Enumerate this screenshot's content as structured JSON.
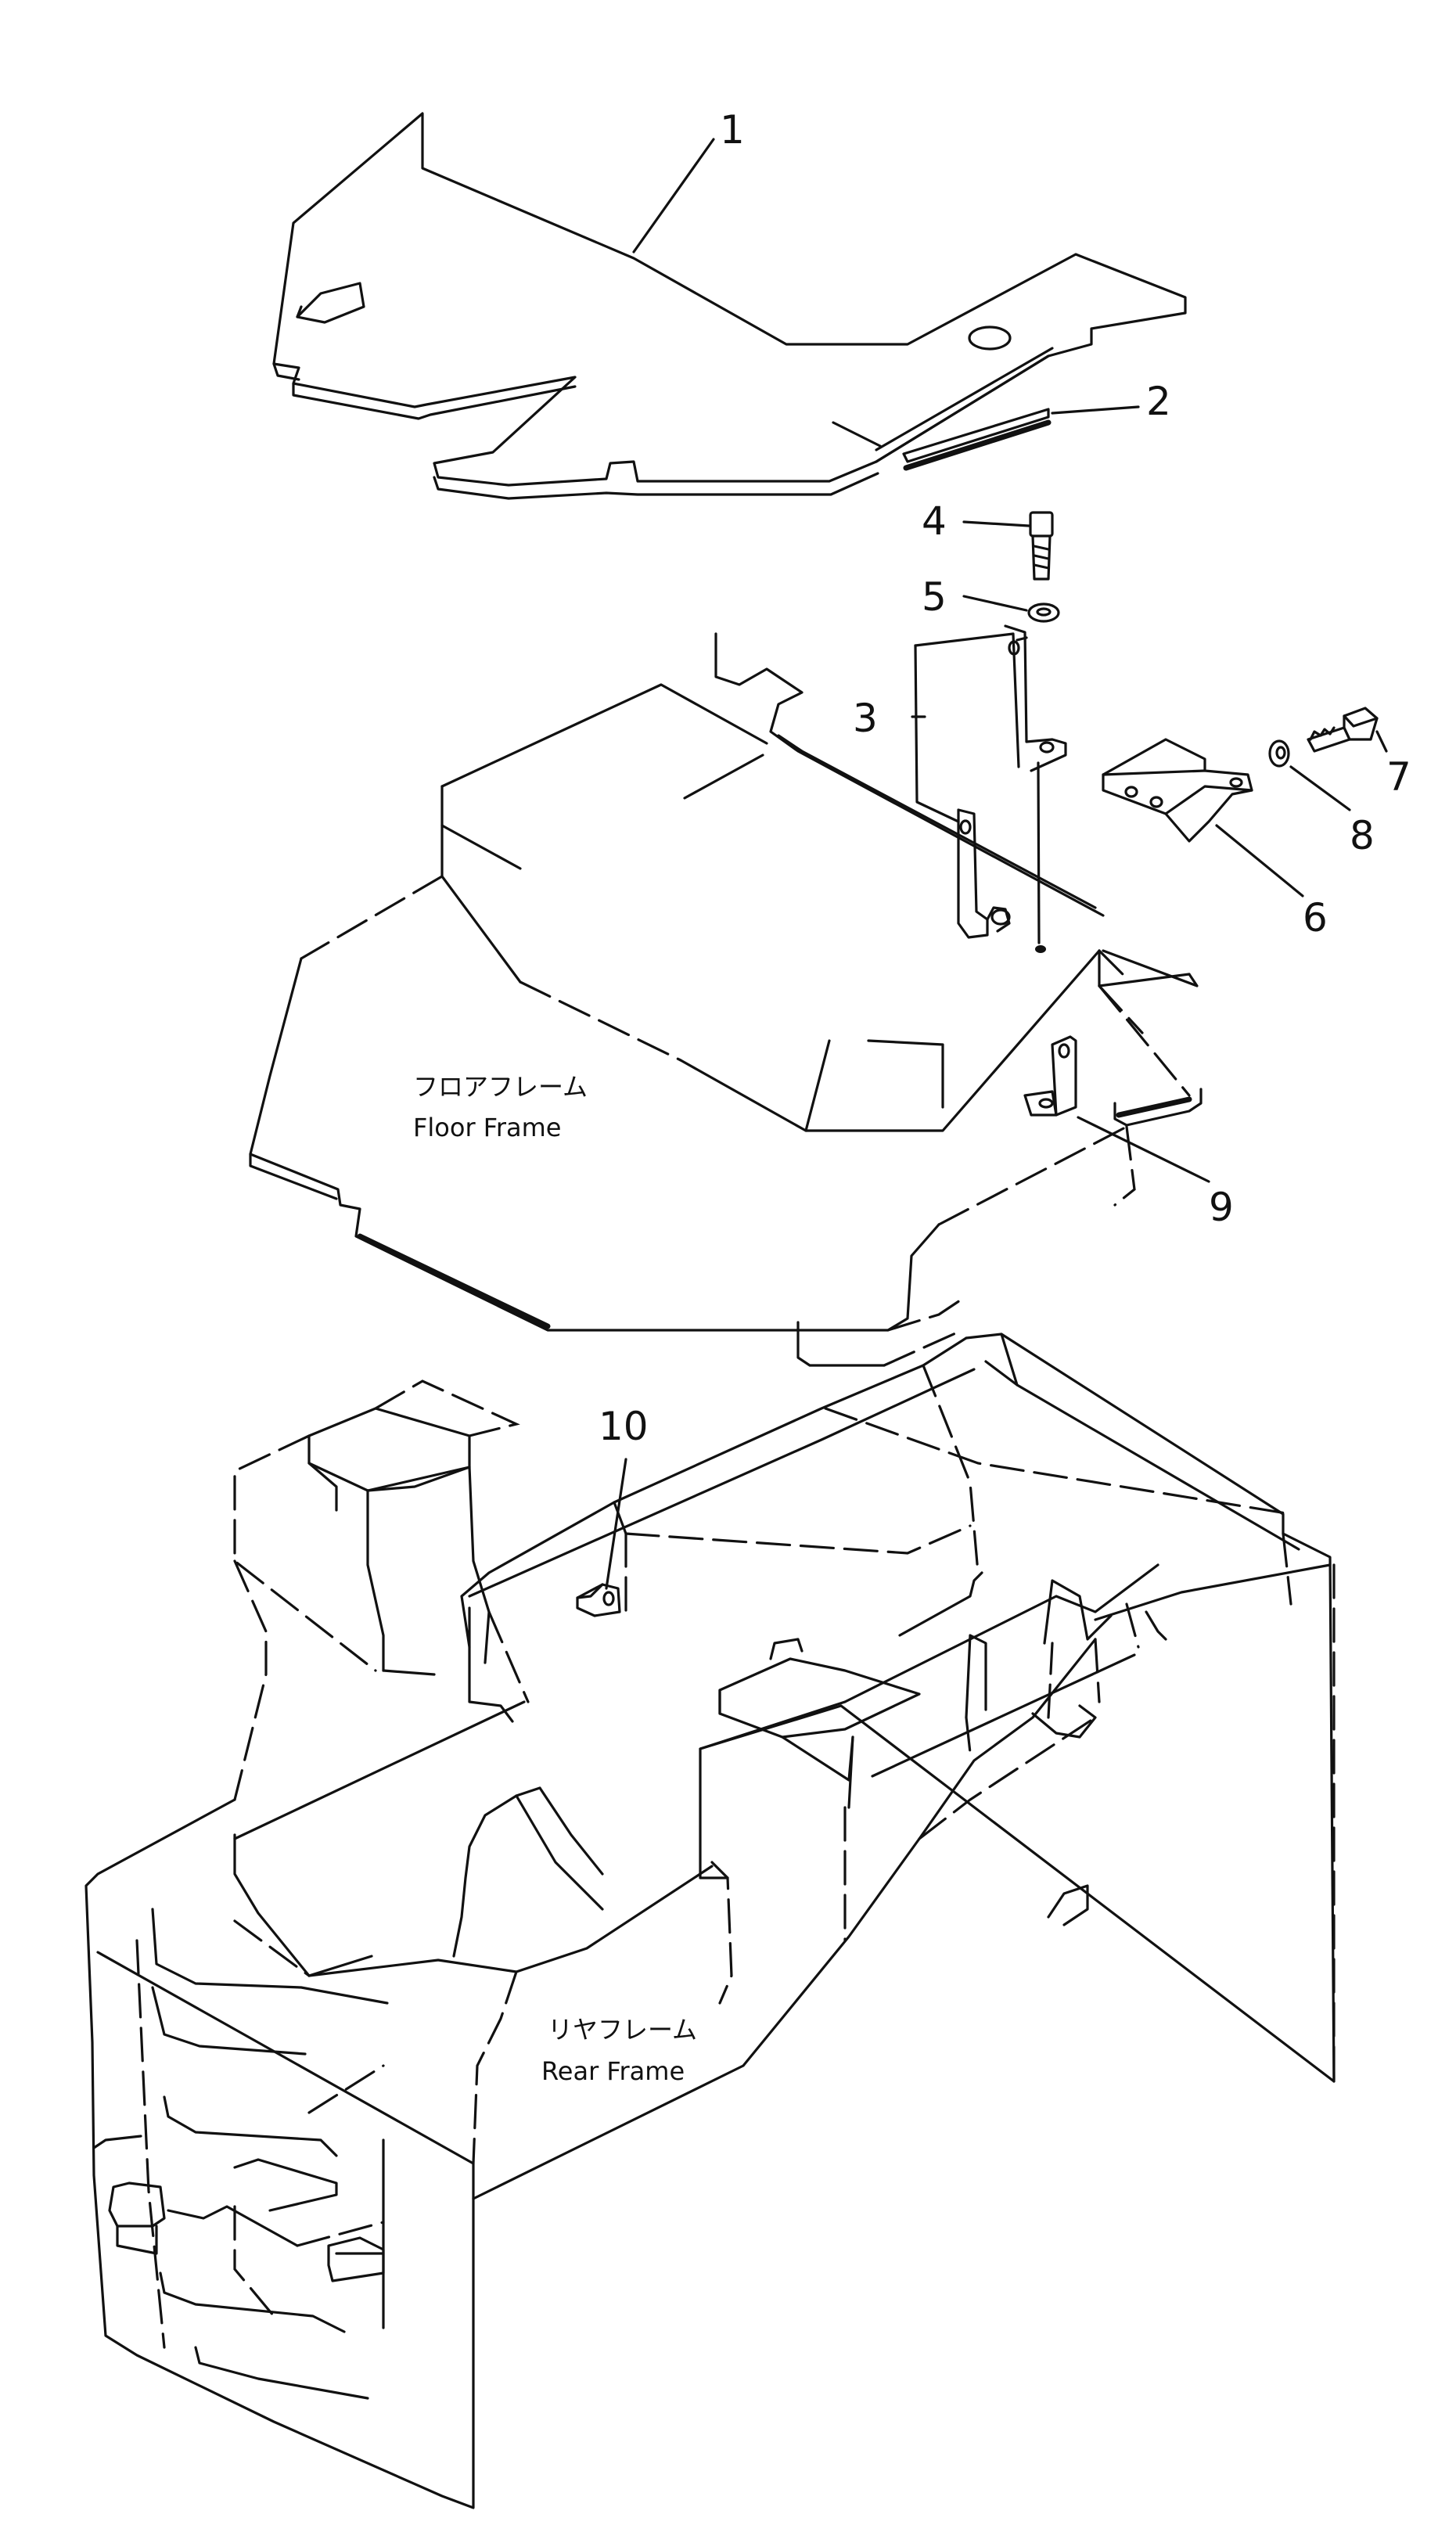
{
  "callouts": [
    {
      "num": "1"
    },
    {
      "num": "2"
    },
    {
      "num": "3"
    },
    {
      "num": "4"
    },
    {
      "num": "5"
    },
    {
      "num": "6"
    },
    {
      "num": "7"
    },
    {
      "num": "8"
    },
    {
      "num": "9"
    },
    {
      "num": "10"
    }
  ],
  "labels": {
    "floor_frame_jp": "フロアフレーム",
    "floor_frame_en": "Floor Frame",
    "rear_frame_jp": "リヤフレーム",
    "rear_frame_en": "Rear Frame"
  }
}
